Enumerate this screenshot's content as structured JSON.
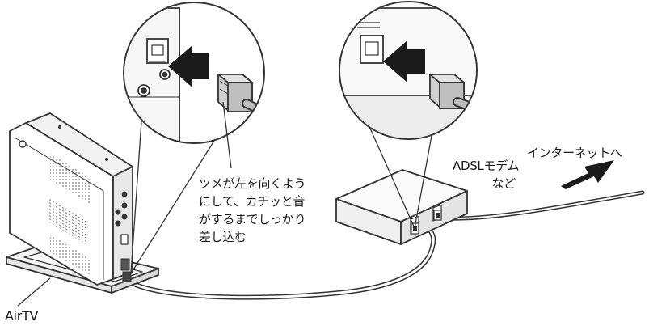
{
  "note_lines": [
    "ツメが左を向くよう",
    "にして、カチッと音",
    "がするまでしっかり",
    "差し込む"
  ],
  "modem_label": [
    "ADSLモデム",
    "など"
  ],
  "internet_label": "インターネットへ",
  "device_label": "AirTV"
}
